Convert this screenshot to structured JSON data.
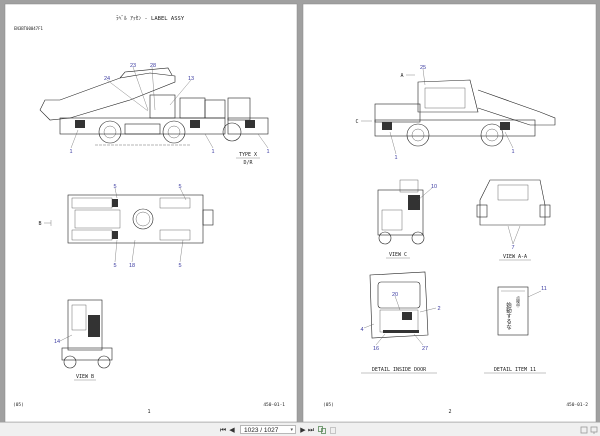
{
  "viewer": {
    "current_page": "1023",
    "total_pages": "1027",
    "page_display": "1023 / 1027"
  },
  "page1": {
    "title": "ﾗﾍﾞﾙ ｱｯｾﾝ - LABEL ASSY",
    "part_code": "EN3BT00047F1",
    "callouts_side": [
      "24",
      "23",
      "28",
      "13",
      "1",
      "1",
      "1"
    ],
    "type_label": "TYPE X",
    "type_sub": "D/R",
    "callouts_top": [
      "5",
      "5",
      "5",
      "18",
      "5"
    ],
    "arrow_b": "B",
    "callouts_viewb": [
      "14"
    ],
    "view_b": "VIEW B",
    "footer_left": "(05)",
    "page_number": "1",
    "footer_right": "450-01-1"
  },
  "page2": {
    "arrow_a": "A",
    "arrow_c": "C",
    "callouts_side": [
      "25",
      "1",
      "1"
    ],
    "callouts_viewc": [
      "10"
    ],
    "view_c": "VIEW C",
    "callouts_viewaa": [
      "7"
    ],
    "view_aa": "VIEW A-A",
    "callouts_door": [
      "20",
      "2",
      "4",
      "16",
      "27"
    ],
    "detail_door": "DETAIL INSIDE DOOR",
    "callouts_item": [
      "11"
    ],
    "item_text_main": "始動するな",
    "item_text_side": "点検中",
    "detail_item": "DETAIL ITEM 11",
    "footer_left": "(05)",
    "page_number": "2",
    "footer_right": "450-01-2"
  },
  "toolbar": {
    "first_icon": "⏮",
    "prev_icon": "◀",
    "next_icon": "▶",
    "last_icon": "⏭",
    "dropdown_icon": "▾"
  },
  "colors": {
    "background": "#a0a0a0",
    "page": "#ffffff",
    "callout": "#3a3aa0",
    "toolbar": "#f0f0f0"
  }
}
